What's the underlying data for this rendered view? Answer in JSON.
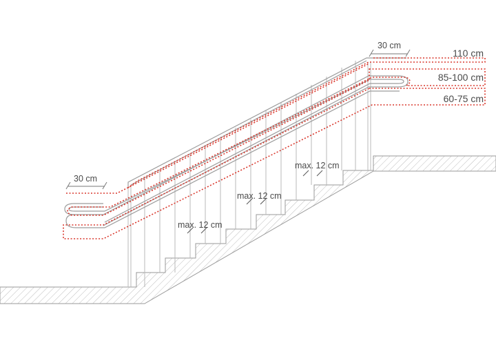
{
  "colors": {
    "line": "#b4b4b4",
    "dark": "#777777",
    "hatch": "#bdbdbd",
    "red": "#d9362b",
    "text": "#4a4a4a"
  },
  "labels": {
    "top_width": "30 cm",
    "bottom_width": "30 cm",
    "height_top": "110 cm",
    "height_mid": "85-100 cm",
    "height_low": "60-75 cm",
    "gap_1": "max. 12 cm",
    "gap_2": "max. 12 cm",
    "gap_3": "max. 12 cm"
  }
}
